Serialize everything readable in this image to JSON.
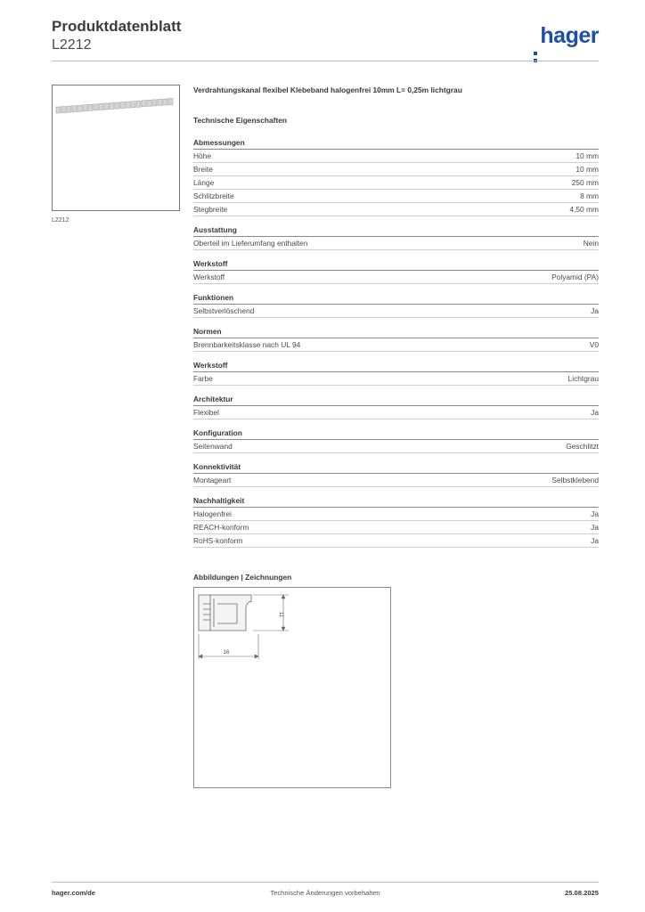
{
  "header": {
    "title": "Produktdatenblatt",
    "article": "L2212",
    "logo_text": "hager",
    "logo_color": "#1f4fa3"
  },
  "product_image": {
    "caption": "L2212"
  },
  "product": {
    "description": "Verdrahtungskanal flexibel Klebeband halogenfrei 10mm L= 0,25m lichtgrau"
  },
  "tech_title": "Technische Eigenschaften",
  "sections": [
    {
      "title": "Abmessungen",
      "rows": [
        {
          "label": "Höhe",
          "value": "10 mm"
        },
        {
          "label": "Breite",
          "value": "10 mm"
        },
        {
          "label": "Länge",
          "value": "250 mm"
        },
        {
          "label": "Schlitzbreite",
          "value": "8 mm"
        },
        {
          "label": "Stegbreite",
          "value": "4,50 mm"
        }
      ]
    },
    {
      "title": "Ausstattung",
      "rows": [
        {
          "label": "Oberteil im Lieferumfang enthalten",
          "value": "Nein"
        }
      ]
    },
    {
      "title": "Werkstoff",
      "rows": [
        {
          "label": "Werkstoff",
          "value": "Polyamid (PA)"
        }
      ]
    },
    {
      "title": "Funktionen",
      "rows": [
        {
          "label": "Selbstverlöschend",
          "value": "Ja"
        }
      ]
    },
    {
      "title": "Normen",
      "rows": [
        {
          "label": "Brennbarkeitsklasse nach UL 94",
          "value": "V0"
        }
      ]
    },
    {
      "title": "Werkstoff",
      "rows": [
        {
          "label": "Farbe",
          "value": "Lichtgrau"
        }
      ]
    },
    {
      "title": "Architektur",
      "rows": [
        {
          "label": "Flexibel",
          "value": "Ja"
        }
      ]
    },
    {
      "title": "Konfiguration",
      "rows": [
        {
          "label": "Seitenwand",
          "value": "Geschlitzt"
        }
      ]
    },
    {
      "title": "Konnektivität",
      "rows": [
        {
          "label": "Montageart",
          "value": "Selbstklebend"
        }
      ]
    },
    {
      "title": "Nachhaltigkeit",
      "rows": [
        {
          "label": "Halogenfrei",
          "value": "Ja"
        },
        {
          "label": "REACH-konform",
          "value": "Ja"
        },
        {
          "label": "RoHS-konform",
          "value": "Ja"
        }
      ]
    }
  ],
  "figure": {
    "title": "Abbildungen | Zeichnungen",
    "dim_width": "16",
    "dim_height": "11"
  },
  "footer": {
    "website": "hager.com/de",
    "notice": "Technische Änderungen vorbehalten",
    "date": "25.08.2025"
  }
}
